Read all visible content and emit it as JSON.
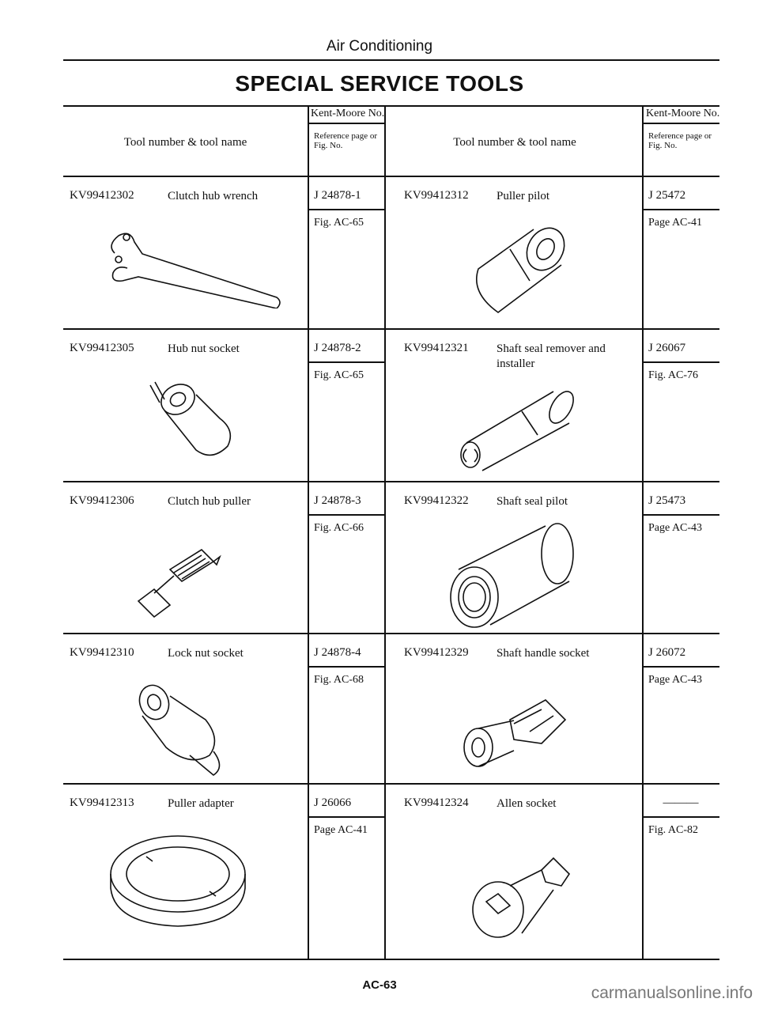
{
  "section": "Air Conditioning",
  "title": "SPECIAL SERVICE TOOLS",
  "columns": {
    "tool": "Tool number & tool name",
    "km": "Kent-Moore No.",
    "km_right": "Kent-Moore No.",
    "ref": "Reference page or Fig. No."
  },
  "left": [
    {
      "no": "KV99412302",
      "name": "Clutch hub wrench",
      "km": "J 24878-1",
      "ref": "Fig. AC-65",
      "icon": "clutch-hub-wrench"
    },
    {
      "no": "KV99412305",
      "name": "Hub nut socket",
      "km": "J 24878-2",
      "ref": "Fig. AC-65",
      "icon": "hub-nut-socket"
    },
    {
      "no": "KV99412306",
      "name": "Clutch hub puller",
      "km": "J 24878-3",
      "ref": "Fig. AC-66",
      "icon": "clutch-hub-puller"
    },
    {
      "no": "KV99412310",
      "name": "Lock nut socket",
      "km": "J 24878-4",
      "ref": "Fig. AC-68",
      "icon": "lock-nut-socket"
    },
    {
      "no": "KV99412313",
      "name": "Puller adapter",
      "km": "J 26066",
      "ref": "Page AC-41",
      "icon": "puller-adapter"
    }
  ],
  "right": [
    {
      "no": "KV99412312",
      "name": "Puller pilot",
      "km": "J 25472",
      "ref": "Page AC-41",
      "icon": "puller-pilot"
    },
    {
      "no": "KV99412321",
      "name": "Shaft seal remover and installer",
      "km": "J 26067",
      "ref": "Fig. AC-76",
      "icon": "shaft-seal-remover"
    },
    {
      "no": "KV99412322",
      "name": "Shaft seal pilot",
      "km": "J 25473",
      "ref": "Page AC-43",
      "icon": "shaft-seal-pilot"
    },
    {
      "no": "KV99412329",
      "name": "Shaft handle socket",
      "km": "J 26072",
      "ref": "Page AC-43",
      "icon": "shaft-handle-socket"
    },
    {
      "no": "KV99412324",
      "name": "Allen socket",
      "km": "———",
      "ref": "Fig. AC-82",
      "icon": "allen-socket"
    }
  ],
  "footer": "AC-63",
  "watermark": "carmanualsonline.info"
}
